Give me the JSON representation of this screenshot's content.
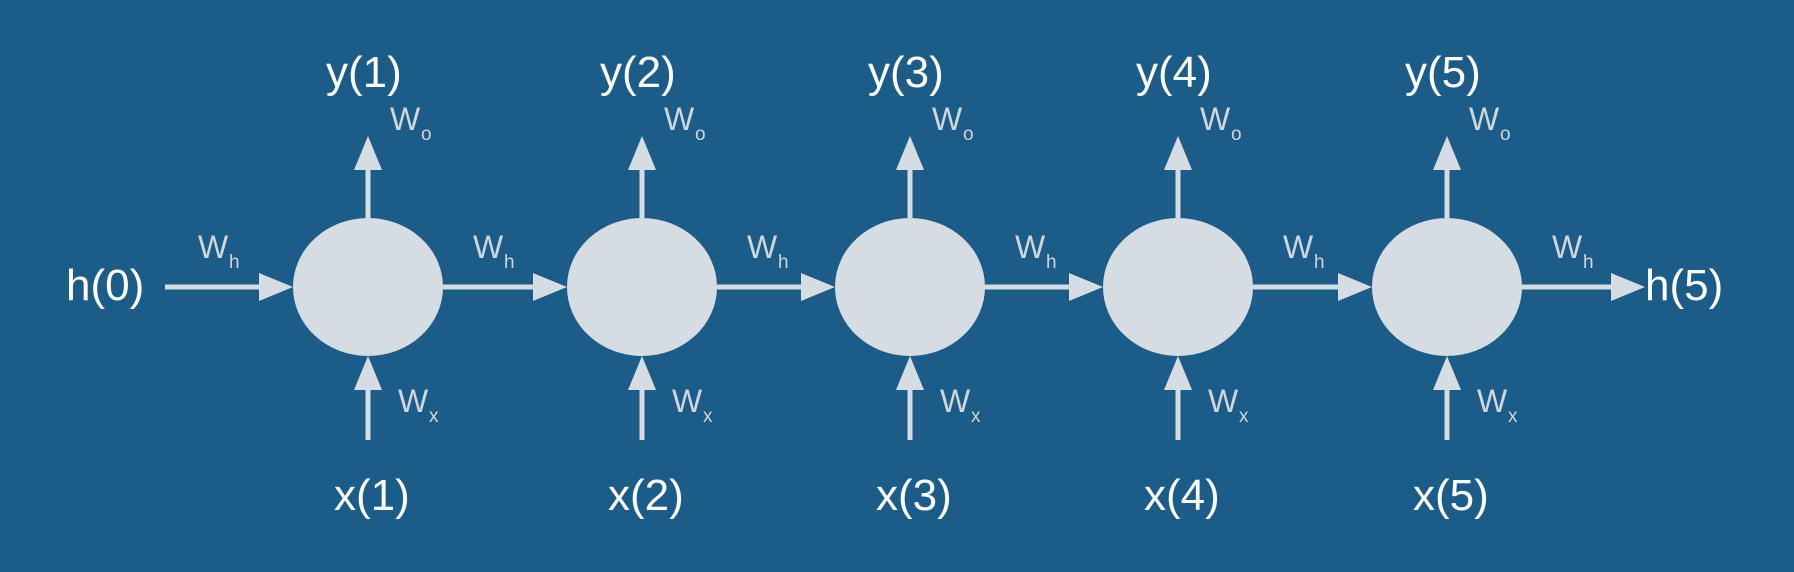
{
  "diagram": {
    "h_start": "h(0)",
    "h_end": "h(5)",
    "weights": {
      "hidden": {
        "base": "W",
        "sub": "h"
      },
      "output": {
        "base": "W",
        "sub": "o"
      },
      "input": {
        "base": "W",
        "sub": "x"
      }
    },
    "steps": [
      {
        "output": "y(1)",
        "input": "x(1)"
      },
      {
        "output": "y(2)",
        "input": "x(2)"
      },
      {
        "output": "y(3)",
        "input": "x(3)"
      },
      {
        "output": "y(4)",
        "input": "x(4)"
      },
      {
        "output": "y(5)",
        "input": "x(5)"
      }
    ]
  },
  "colors": {
    "background": "#1c5c88",
    "node": "#d6dde2",
    "text": "#ffffff"
  }
}
